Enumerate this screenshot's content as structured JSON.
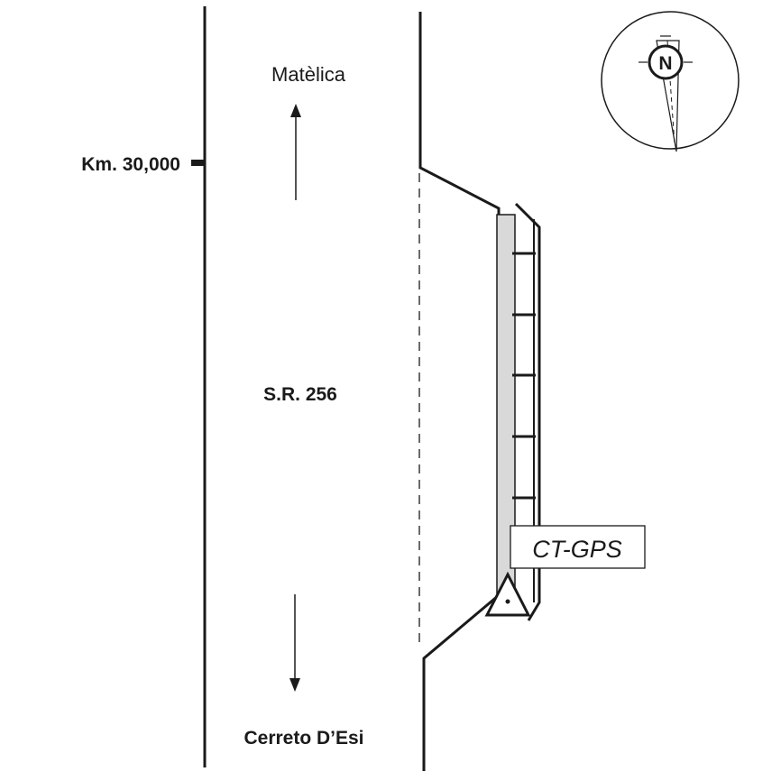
{
  "labels": {
    "north_destination": "Matèlica",
    "south_destination": "Cerreto D’Esi",
    "road_name": "S.R. 256",
    "kilometer_marker": "Km. 30,000",
    "station_label": "CT-GPS",
    "compass_letter": "N"
  },
  "colors": {
    "line": "#1a1a1a",
    "sidewalk_fill": "#d9d9d9",
    "background": "#ffffff"
  },
  "icons": {
    "compass": "north-arrow-compass-icon",
    "station": "triangle-survey-point-icon"
  }
}
